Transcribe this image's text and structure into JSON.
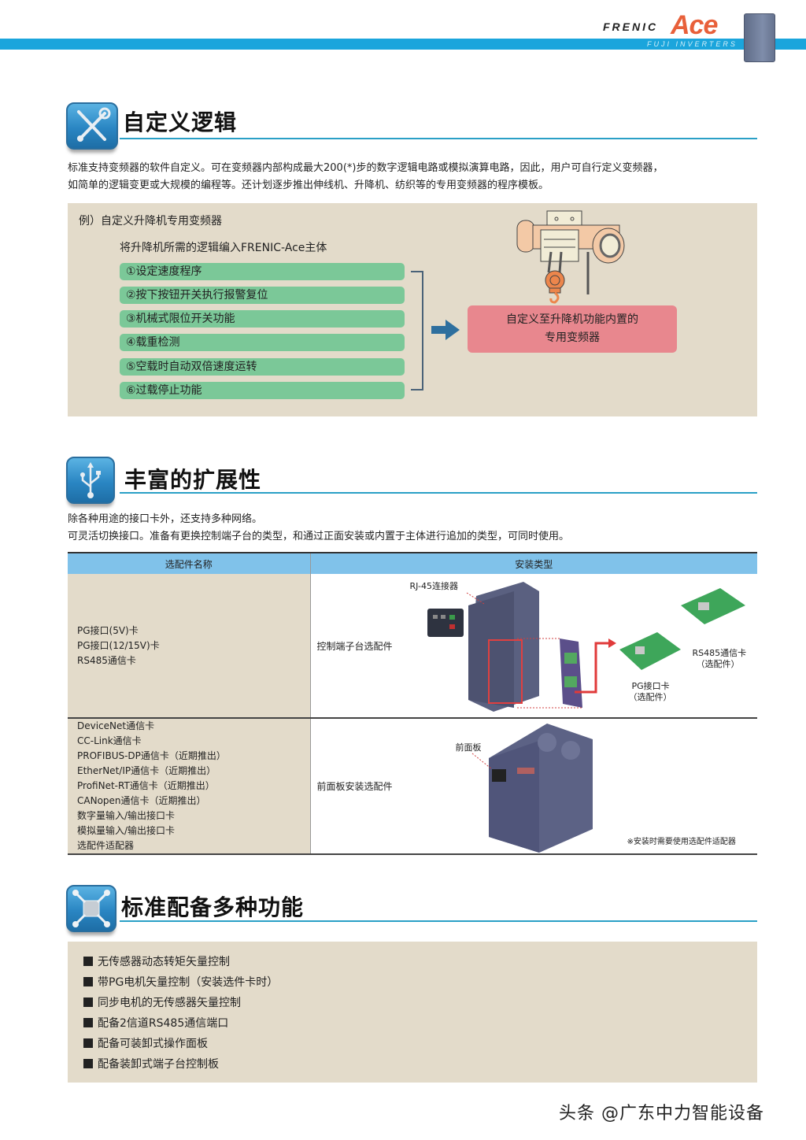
{
  "header": {
    "brand_primary": "FRENIC",
    "brand_accent": "Ace",
    "brand_sub": "FUJI INVERTERS",
    "bar_color": "#1ba5dc",
    "accent_color": "#e8603a"
  },
  "section1": {
    "icon": "wrench-screwdriver-icon",
    "title": "自定义逻辑",
    "paragraph": [
      "标准支持变频器的软件自定义。可在变频器内部构成最大200(*)步的数字逻辑电路或模拟演算电路，因此，用户可自行定义变频器，",
      "如简单的逻辑变更或大规模的编程等。还计划逐步推出伸线机、升降机、纺织等的专用变频器的程序模板。"
    ],
    "example_title": "例）自定义升降机专用变频器",
    "example_subtitle": "将升降机所需的逻辑编入FRENIC-Ace主体",
    "steps": [
      "①设定速度程序",
      "②按下按钮开关执行报警复位",
      "③机械式限位开关功能",
      "④载重检测",
      "⑤空载时自动双倍速度运转",
      "⑥过载停止功能"
    ],
    "result_lines": [
      "自定义至升降机功能内置的",
      "专用变频器"
    ],
    "illustration": "hoist-crane-illustration"
  },
  "section2": {
    "icon": "usb-icon",
    "title": "丰富的扩展性",
    "paragraph": [
      "除各种用途的接口卡外，还支持多种网络。",
      "可灵活切换接口。准备有更换控制端子台的类型，和通过正面安装或内置于主体进行追加的类型，可同时使用。"
    ],
    "table": {
      "headers": [
        "选配件名称",
        "安装类型"
      ],
      "rows": [
        {
          "names": [
            "PG接口(5V)卡",
            "PG接口(12/15V)卡",
            "RS485通信卡"
          ],
          "type": "控制端子台选配件",
          "labels": {
            "rj45": "RJ-45连接器",
            "rs485_card": "RS485通信卡",
            "rs485_card_note": "（选配件）",
            "pg_card": "PG接口卡",
            "pg_card_note": "（选配件）"
          }
        },
        {
          "names": [
            "DeviceNet通信卡",
            "CC-Link通信卡",
            "PROFIBUS-DP通信卡（近期推出）",
            "EtherNet/IP通信卡（近期推出）",
            "ProfiNet-RT通信卡（近期推出）",
            "CANopen通信卡（近期推出）",
            "数字量输入/输出接口卡",
            "模拟量输入/输出接口卡",
            "选配件适配器"
          ],
          "type": "前面板安装选配件",
          "labels": {
            "front_panel": "前面板",
            "note": "※安装时需要使用选配件适配器"
          }
        }
      ]
    }
  },
  "section3": {
    "icon": "connector-node-icon",
    "title": "标准配备多种功能",
    "features": [
      "无传感器动态转矩矢量控制",
      "带PG电机矢量控制（安装选件卡时）",
      "同步电机的无传感器矢量控制",
      "配备2信道RS485通信端口",
      "配备可装卸式操作面板",
      "配备装卸式端子台控制板"
    ]
  },
  "watermark": "头条 @广东中力智能设备"
}
